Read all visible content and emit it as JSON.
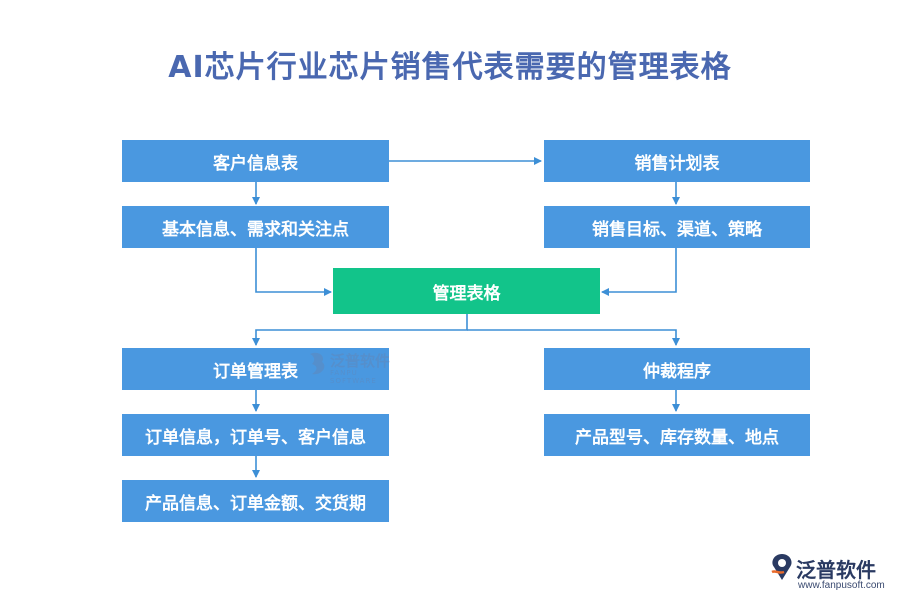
{
  "title": "AI芯片行业芯片销售代表需要的管理表格",
  "nodes": {
    "customer_table": "客户信息表",
    "customer_details": "基本信息、需求和关注点",
    "sales_plan": "销售计划表",
    "sales_details": "销售目标、渠道、策略",
    "management": "管理表格",
    "order_table": "订单管理表",
    "order_info": "订单信息，订单号、客户信息",
    "order_product": "产品信息、订单金额、交货期",
    "arbitration": "仲裁程序",
    "arbitration_details": "产品型号、库存数量、地点"
  },
  "watermark": {
    "text": "泛普软件",
    "sub": "FANPU SOFTWARE"
  },
  "logo": {
    "name": "泛普软件",
    "url": "www.fanpusoft.com"
  },
  "colors": {
    "box_blue": "#4a98e0",
    "box_green": "#12c48a",
    "title": "#4a68b0",
    "connector": "#3d8fd6"
  }
}
